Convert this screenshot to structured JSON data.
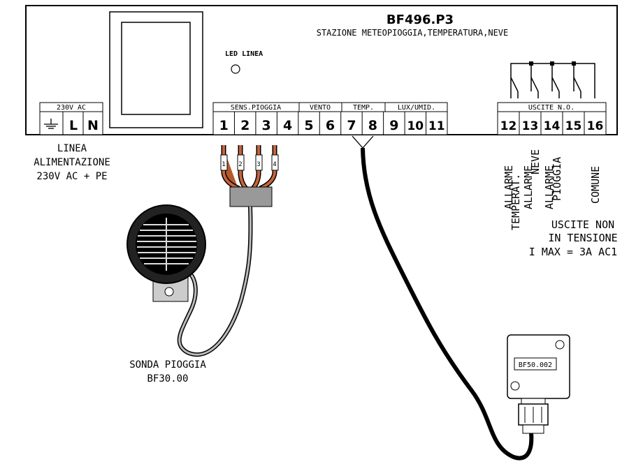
{
  "device": {
    "model": "BF496.P3",
    "subtitle": "STAZIONE METEOPIOGGIA,TEMPERATURA,NEVE",
    "led_label": "LED LINEA"
  },
  "terminal_groups": {
    "power": "230V AC",
    "rain_sensor": "SENS.PIOGGIA",
    "wind": "VENTO",
    "temp": "TEMP.",
    "lux": "LUX/UMID.",
    "outputs": "USCITE N.O."
  },
  "power_terminals": [
    "L",
    "N"
  ],
  "terminals": [
    "1",
    "2",
    "3",
    "4",
    "5",
    "6",
    "7",
    "8",
    "9",
    "10",
    "11"
  ],
  "output_terminals": [
    "12",
    "13",
    "14",
    "15",
    "16"
  ],
  "power_supply_label": [
    "LINEA",
    "ALIMENTAZIONE",
    "230V AC + PE"
  ],
  "output_labels": [
    {
      "line1": "ALLARME",
      "line2": "TEMPERAT."
    },
    {
      "line1": "ALLARME",
      "line2": "NEVE"
    },
    {
      "line1": "ALLARME",
      "line2": "PIOGGIA"
    },
    {
      "line1": "COMUNE",
      "line2": ""
    }
  ],
  "output_note": [
    "USCITE NON",
    "IN TENSIONE",
    "I MAX = 3A AC1"
  ],
  "wire_numbers": [
    "1",
    "2",
    "3",
    "4"
  ],
  "rain_probe": [
    "SONDA PIOGGIA",
    "BF30.00"
  ],
  "temp_probe_label": "BF50.002"
}
